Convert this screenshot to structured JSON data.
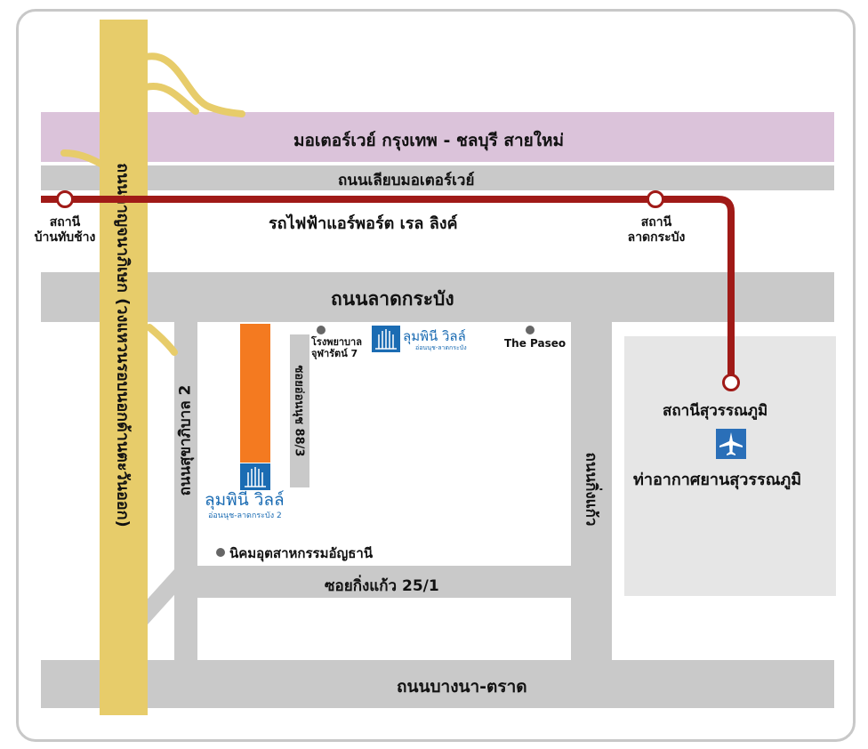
{
  "roads": {
    "motorway_new": "มอเตอร์เวย์ กรุงเทพ - ชลบุรี สายใหม่",
    "motorway_frontage": "ถนนเลียบมอเตอร์เวย์",
    "airport_rail_link": "รถไฟฟ้าแอร์พอร์ต เรล ลิงค์",
    "lat_krabang_road": "ถนนลาดกระบัง",
    "kanchanaphisek_road": "ถนนกาญจนาภิเษก (วงแหวนรอบนอกด้านตะวันออก)",
    "sukhaphiban_2": "ถนนสุขาภิบาล 2",
    "soi_on_nut_88_3": "ซอยอ่อนนุช 88/3",
    "king_kaew_road": "ถนนกิ่งแก้ว",
    "soi_king_kaew_25_1": "ซอยกิ่งแก้ว 25/1",
    "bangna_trat_road": "ถนนบางนา-ตราด"
  },
  "stations": {
    "ban_thap_chang": [
      "สถานี",
      "บ้านทับช้าง"
    ],
    "lat_krabang": [
      "สถานี",
      "ลาดกระบัง"
    ],
    "suvarnabhumi_station": "สถานีสุวรรณภูมิ"
  },
  "places": {
    "hospital": [
      "โรงพยาบาล",
      "จุฬารัตน์ 7"
    ],
    "the_paseo": "The Paseo",
    "industrial_estate": "นิคมอุตสาหกรรมอัญธานี",
    "airport": "ท่าอากาศยานสุวรรณภูมิ"
  },
  "logos": {
    "project_top": {
      "name": "ลุมพินี วิลล์",
      "sub": "อ่อนนุช-ลาดกระบัง"
    },
    "project_site": {
      "name": "ลุมพินี วิลล์",
      "sub": "อ่อนนุช-ลาดกระบัง 2"
    }
  },
  "colors": {
    "road": "#c9c9c9",
    "expressway": "#e7cc6a",
    "motorway": "#dbc3da",
    "rail": "#a01a17",
    "project_block": "#f47a20",
    "airport_area": "#e6e6e6",
    "logo_blue": "#1b6cb3",
    "airport_icon": "#2a6fb8"
  }
}
